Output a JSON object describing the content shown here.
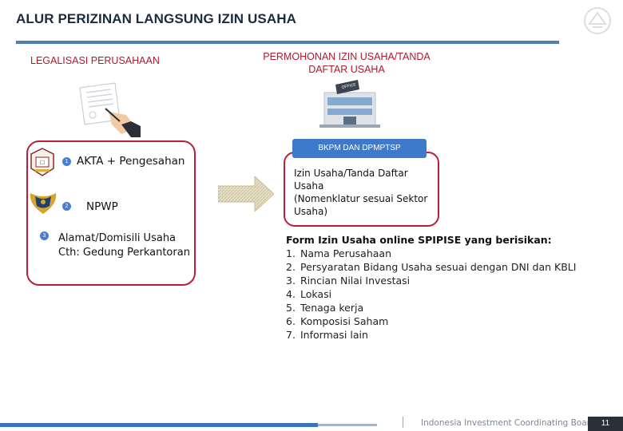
{
  "header": {
    "title": "ALUR PERIZINAN LANGSUNG IZIN USAHA"
  },
  "left_section": {
    "heading": "LEGALISASI PERUSAHAAN",
    "items": [
      {
        "number": "1",
        "text": "AKTA + Pengesahan"
      },
      {
        "number": "2",
        "text": "NPWP"
      },
      {
        "number": "3",
        "line1": "Alamat/Domisili Usaha",
        "line2": "Cth: Gedung Perkantoran"
      }
    ]
  },
  "right_section": {
    "heading_line1": "PERMOHONAN IZIN USAHA/TANDA",
    "heading_line2": "DAFTAR USAHA",
    "agency_label": "BKPM DAN DPMPTSP",
    "box_line1": "Izin Usaha/Tanda Daftar Usaha",
    "box_line2": "(Nomenklatur sesuai Sektor",
    "box_line3": "Usaha)"
  },
  "form_section": {
    "heading": "Form Izin Usaha online SPIPISE yang berisikan:",
    "items": [
      {
        "num": "1.",
        "text": "Nama Perusahaan"
      },
      {
        "num": "2.",
        "text": "Persyaratan Bidang Usaha sesuai dengan DNI dan KBLI"
      },
      {
        "num": "3.",
        "text": "Rincian Nilai Investasi"
      },
      {
        "num": "4.",
        "text": "Lokasi"
      },
      {
        "num": "5.",
        "text": "Tenaga kerja"
      },
      {
        "num": "6.",
        "text": "Komposisi Saham"
      },
      {
        "num": "7.",
        "text": "Informasi lain"
      }
    ]
  },
  "footer": {
    "organization": "Indonesia Investment Coordinating Board",
    "page_number": "11"
  },
  "colors": {
    "accent_blue": "#3f79c9",
    "accent_red": "#b8203a",
    "title_rule": "#4f7fb5"
  }
}
